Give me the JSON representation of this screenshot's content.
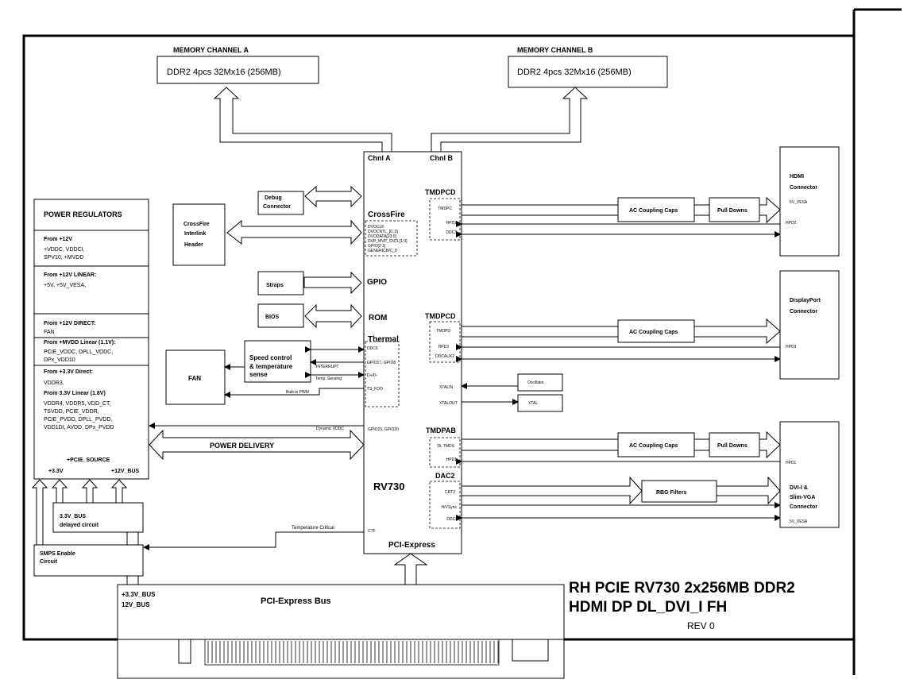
{
  "memory": {
    "a_title": "MEMORY CHANNEL A",
    "a_desc": "DDR2 4pcs 32Mx16 (256MB)",
    "b_title": "MEMORY CHANNEL B",
    "b_desc": "DDR2 4pcs 32Mx16 (256MB)"
  },
  "gpu": {
    "chnl_a": "Chnl A",
    "chnl_b": "Chnl B",
    "crossfire": "CrossFire",
    "crossfire_signals": [
      "DVOCLK",
      "DVOCNTL_[0..2]",
      "DVODATA[23:0]",
      "DVP_MVP_CNTL[1:0]",
      "GPIO[2:1]",
      "GENERICB/C_D"
    ],
    "gpio": "GPIO",
    "rom": "ROM",
    "thermal": "Thermal",
    "thermal_signals": [
      "DDC6",
      "GPIO17, GPIO8",
      "D+/D-",
      "TS_FDO"
    ],
    "gpio_power": "GPIO15, GPIO20",
    "name": "RV730",
    "ctf": "CTF",
    "pcie": "PCI-Express",
    "tmdpcd1": "TMDPCD",
    "tmdpcd1_signals": [
      "TMDPC",
      "HPD2",
      "DDC3"
    ],
    "tmdpcd2": "TMDPCD",
    "tmdpcd2_signals": [
      "TMDPD",
      "HPD3",
      "DDCAUX2"
    ],
    "xtalin": "XTALIN",
    "xtalout": "XTALOUT",
    "tmdpab": "TMDPAB",
    "tmdpab_signals": [
      "DL TMDS",
      "HPD1"
    ],
    "dac2": "DAC2",
    "dac2_signals": [
      "CRT2",
      "H/VSync",
      "DDC4"
    ]
  },
  "left_blocks": {
    "debug": [
      "Debug",
      "Connector"
    ],
    "crossfire_header": [
      "CrossFire",
      "Interlink",
      "Header"
    ],
    "straps": "Straps",
    "bios": "BIOS",
    "fan": "FAN",
    "speed_control": [
      "Speed control",
      "& temperature",
      "sense"
    ],
    "interrupt": "INTERRUPT",
    "temp_sensing": "Temp. Sensing",
    "builtin_pwm": "Built-in PWM",
    "dynamic_vddc": "Dynamic VDDC",
    "power_delivery": "POWER DELIVERY",
    "temp_critical": "Temperature Critical"
  },
  "power_regulators": {
    "title": "POWER REGULATORS",
    "s1_head": "From +12V",
    "s1_lines": [
      "+VDDC,  VDDCI,",
      "SPV10, +MVDD"
    ],
    "s2_head": "From +12V LINEAR:",
    "s2_lines": [
      "+5V,  +5V_VESA,"
    ],
    "s3_head": "From +12V DIRECT:",
    "s3_lines": [
      "FAN"
    ],
    "s4_head": "From +MVDD Linear (1.1V):",
    "s4_lines": [
      "PCIE_VDDC, DPLL_VDDC,",
      "DPx_VDD10"
    ],
    "s5_head": "From +3.3V Direct:",
    "s5_lines": [
      "VDDR3,"
    ],
    "s6_head": "From 3.3V Linear (1.8V)",
    "s6_lines": [
      "VDDR4, VDDR5, VDD_CT,",
      "TSVDD, PCIE_VDDR,",
      "PCIE_PVDD, DPLL_PVDD,",
      "VDD1DI, AVDD, DPx_PVDD"
    ],
    "pcie_source": "+PCIE_SOURCE",
    "v33": "+3.3V",
    "v12": "+12V_BUS"
  },
  "bus_delay": [
    "3.3V_BUS",
    "delayed circuit"
  ],
  "smps": [
    "SMPS Enable",
    "Circuit"
  ],
  "pcie_bus": {
    "title": "PCI-Express Bus",
    "v33": "+3.3V_BUS",
    "v12": "12V_BUS"
  },
  "outputs": {
    "coupling": "AC Coupling Caps",
    "pulldowns": "Pull Downs",
    "rbg": "RBG Filters",
    "oscillator": "Oscillator",
    "xtal": "XTAL",
    "hdmi": [
      "HDMI",
      "Connector"
    ],
    "hdmi_pins": [
      "5V_VESA",
      "HPD2"
    ],
    "dp": [
      "DisplayPort",
      "Connector"
    ],
    "dp_pin": "HPD3",
    "dvi": [
      "DVI-I    &",
      "Slim-VGA",
      "Connector"
    ],
    "dvi_pins": [
      "HPD1",
      "5V_VESA"
    ]
  },
  "board": {
    "line1": "RH PCIE RV730 2x256MB DDR2",
    "line2": "HDMI DP DL_DVI_I FH",
    "rev": "REV 0"
  }
}
